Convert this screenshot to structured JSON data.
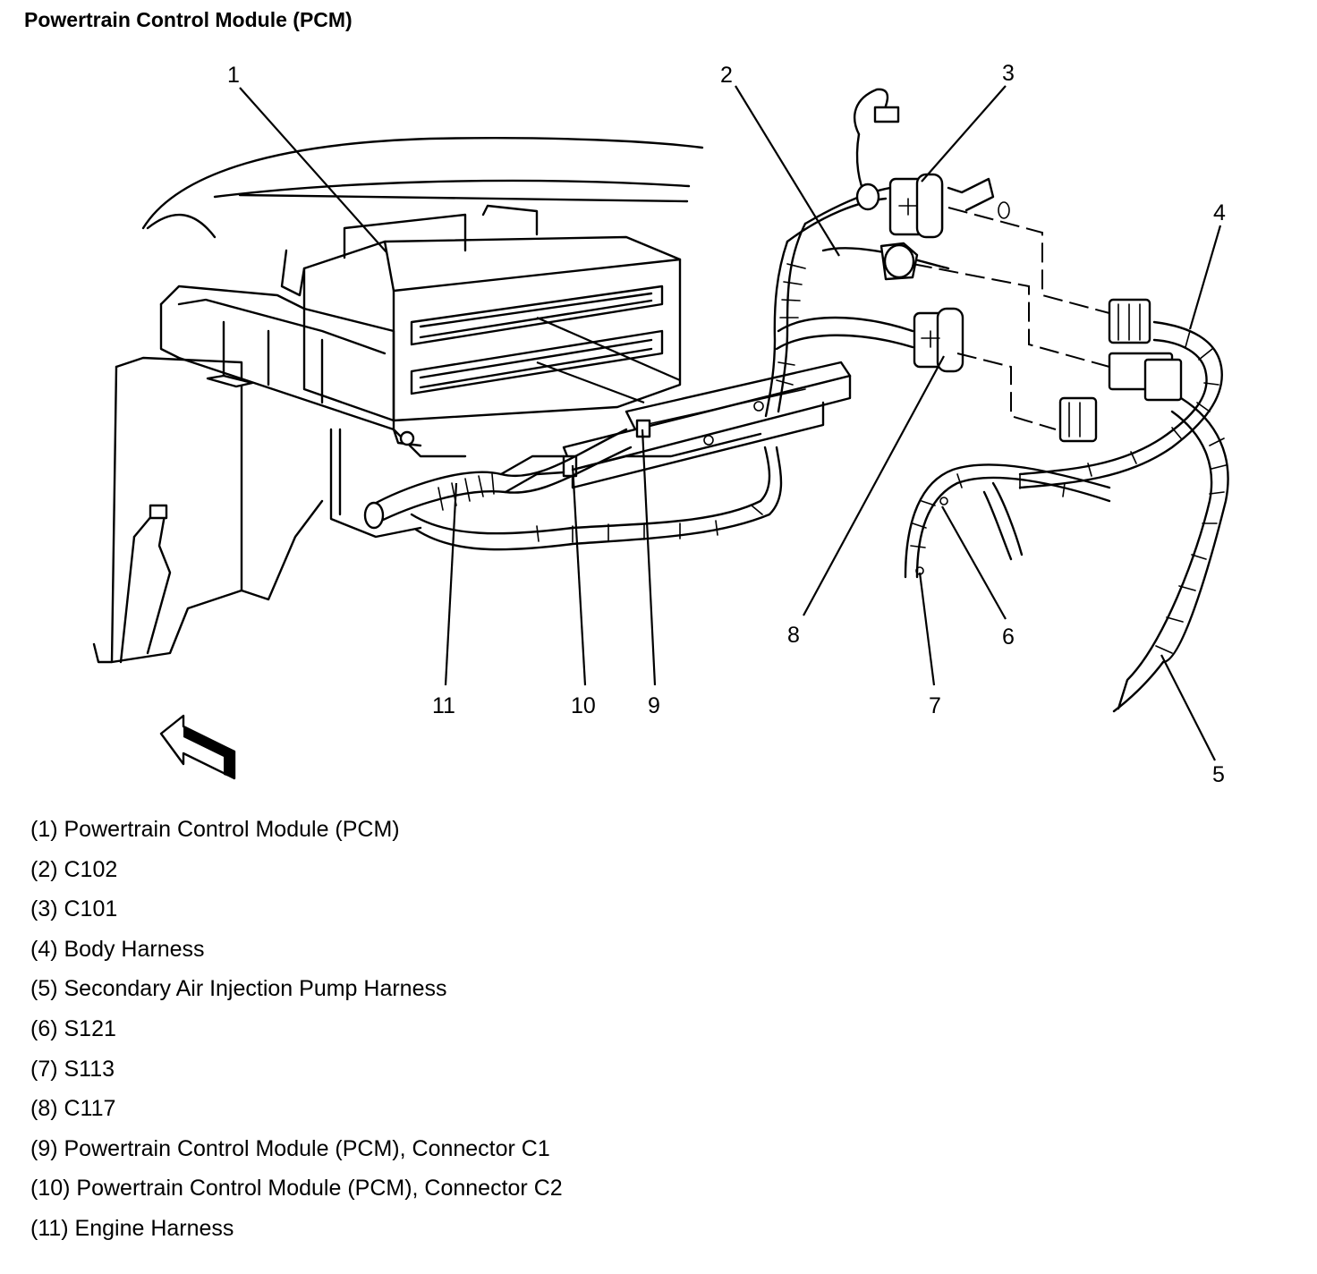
{
  "title": "Powertrain Control Module (PCM)",
  "callouts": [
    "1",
    "2",
    "3",
    "4",
    "5",
    "6",
    "7",
    "8",
    "9",
    "10",
    "11"
  ],
  "legend": [
    "(1) Powertrain Control Module (PCM)",
    "(2) C102",
    "(3) C101",
    "(4) Body Harness",
    "(5) Secondary Air Injection Pump Harness",
    "(6) S121",
    "(7) S113",
    "(8) C117",
    "(9) Powertrain Control Module (PCM), Connector C1",
    "(10) Powertrain Control Module (PCM), Connector C2",
    "(11) Engine Harness"
  ],
  "icons": {
    "view-direction": "arrow-icon"
  }
}
